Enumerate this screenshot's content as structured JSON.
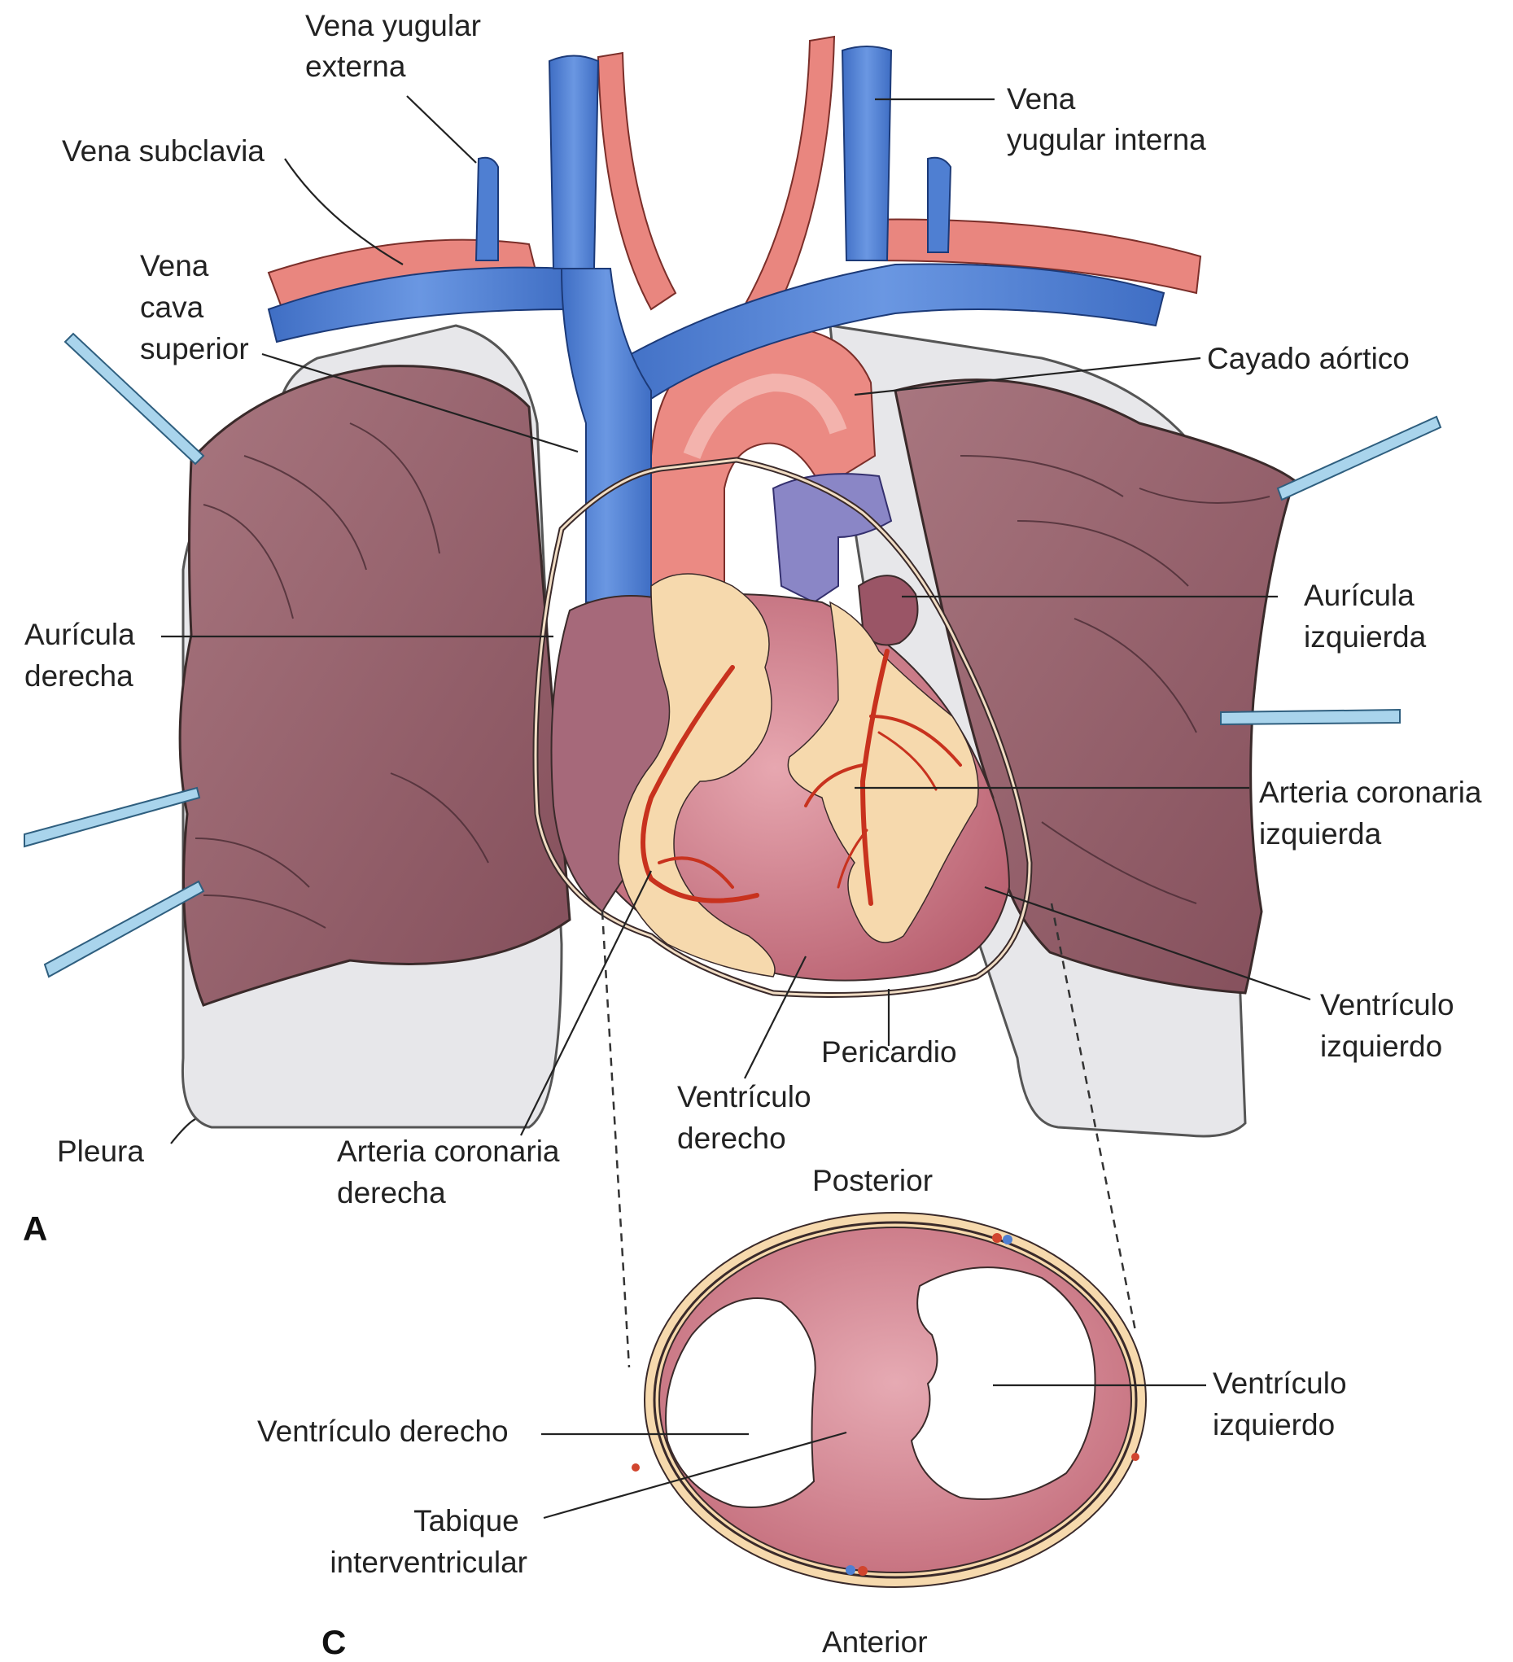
{
  "labels": {
    "vena_yugular_externa": [
      "Vena yugular",
      "externa"
    ],
    "vena_subclavia": [
      "Vena subclavia"
    ],
    "vena_yugular_interna": [
      "Vena",
      "yugular interna"
    ],
    "vena_cava_superior": [
      "Vena",
      "cava",
      "superior"
    ],
    "cayado_aortico": [
      "Cayado aórtico"
    ],
    "auricula_derecha": [
      "Aurícula",
      "derecha"
    ],
    "auricula_izquierda": [
      "Aurícula",
      "izquierda"
    ],
    "arteria_coronaria_izquierda": [
      "Arteria coronaria",
      "izquierda"
    ],
    "ventriculo_izquierdo_a": [
      "Ventrículo",
      "izquierdo"
    ],
    "pericardio": [
      "Pericardio"
    ],
    "ventriculo_derecho_a": [
      "Ventrículo",
      "derecho"
    ],
    "pleura": [
      "Pleura"
    ],
    "arteria_coronaria_derecha": [
      "Arteria coronaria",
      "derecha"
    ],
    "posterior": [
      "Posterior"
    ],
    "ventriculo_derecho_c": [
      "Ventrículo derecho"
    ],
    "ventriculo_izquierdo_c": [
      "Ventrículo",
      "izquierdo"
    ],
    "tabique_interventricular": [
      "Tabique",
      "interventricular"
    ],
    "anterior": [
      "Anterior"
    ]
  },
  "panels": {
    "a": "A",
    "c": "C"
  },
  "colors": {
    "vein": "#4f7fd2",
    "artery": "#e9867f",
    "pulmonary": "#8a86c6",
    "lung": "#93606b",
    "heart": "#c97582",
    "fat": "#f6d9ad",
    "coronary": "#c8321e",
    "pleura": "#e6e6e8",
    "tube": "#a9d4ec"
  }
}
